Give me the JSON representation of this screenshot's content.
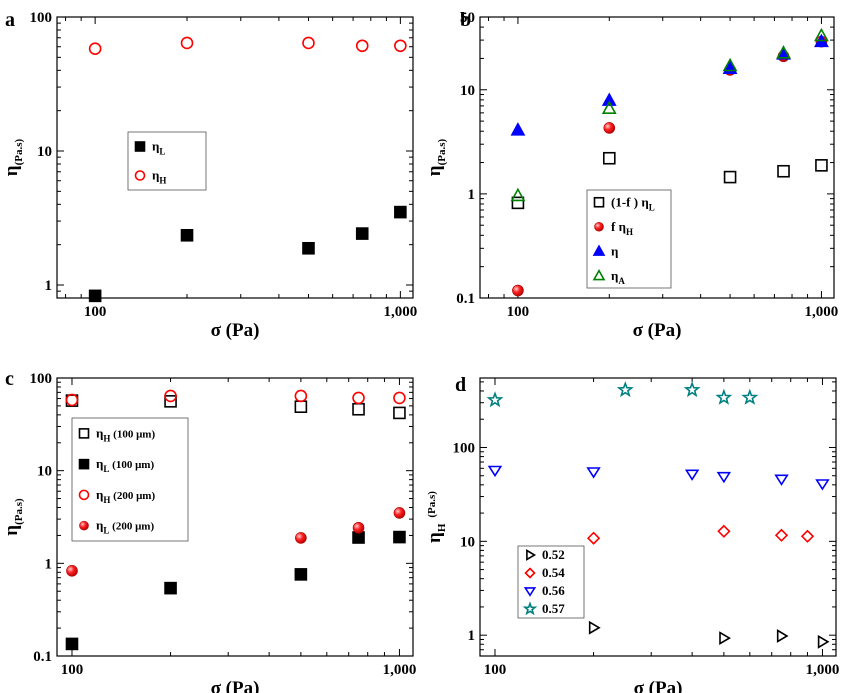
{
  "chart_data": [
    {
      "panel": "a",
      "type": "scatter",
      "xscale": "log",
      "yscale": "log",
      "xlim": [
        75,
        1100
      ],
      "ylim": [
        0.8,
        100
      ],
      "xticks": [
        {
          "v": 100,
          "label": "100"
        },
        {
          "v": 1000,
          "label": "1,000"
        }
      ],
      "yticks": [
        {
          "v": 1,
          "label": "1"
        },
        {
          "v": 10,
          "label": "10"
        },
        {
          "v": 100,
          "label": "100"
        }
      ],
      "xlabel": {
        "main": "σ (Pa)"
      },
      "ylabel": {
        "main": "η",
        "sub": "(Pa.s)"
      },
      "legend": {
        "position": "center-left"
      },
      "series": [
        {
          "name": "η",
          "name_sub": "L",
          "marker": "square",
          "fill": "#000000",
          "stroke": "#000000",
          "x": [
            100,
            200,
            500,
            750,
            1000
          ],
          "y": [
            0.83,
            2.35,
            1.88,
            2.42,
            3.5
          ]
        },
        {
          "name": "η",
          "name_sub": "H",
          "marker": "circle",
          "fill": "none",
          "stroke": "#ff0000",
          "x": [
            100,
            200,
            500,
            750,
            1000
          ],
          "y": [
            58,
            64,
            64,
            61,
            61
          ]
        }
      ]
    },
    {
      "panel": "b",
      "type": "scatter",
      "xscale": "log",
      "yscale": "log",
      "xlim": [
        75,
        1100
      ],
      "ylim": [
        0.1,
        50
      ],
      "xticks": [
        {
          "v": 100,
          "label": "100"
        },
        {
          "v": 1000,
          "label": "1,000"
        }
      ],
      "yticks": [
        {
          "v": 0.1,
          "label": "0.1"
        },
        {
          "v": 1,
          "label": "1"
        },
        {
          "v": 10,
          "label": "10"
        },
        {
          "v": 50,
          "label": "50"
        }
      ],
      "xlabel": {
        "main": "σ (Pa)"
      },
      "ylabel": {
        "main": "η",
        "sub": "(Pa.s)"
      },
      "legend": {
        "position": "bottom-center"
      },
      "series": [
        {
          "name": "(1-f ) η",
          "name_sub": "L",
          "marker": "square",
          "fill": "none",
          "stroke": "#000000",
          "x": [
            100,
            200,
            500,
            750,
            1000
          ],
          "y": [
            0.82,
            2.2,
            1.45,
            1.65,
            1.88
          ]
        },
        {
          "name": "f η",
          "name_sub": "H",
          "marker": "ball",
          "fill": "#ff0000",
          "stroke": "#cc0000",
          "x": [
            100,
            200,
            500,
            750,
            1000
          ],
          "y": [
            0.118,
            4.3,
            15.5,
            21,
            29
          ]
        },
        {
          "name": "η",
          "name_sub": "",
          "marker": "triangle-up",
          "fill": "#0000ff",
          "stroke": "#0000ff",
          "x": [
            100,
            200,
            500,
            750,
            1000
          ],
          "y": [
            4.1,
            7.9,
            16,
            22,
            29
          ]
        },
        {
          "name": "η",
          "name_sub": "A",
          "marker": "triangle-up",
          "fill": "none",
          "stroke": "#008000",
          "x": [
            100,
            200,
            500,
            750,
            1000
          ],
          "y": [
            0.96,
            6.6,
            17,
            22.5,
            33
          ]
        }
      ]
    },
    {
      "panel": "c",
      "type": "scatter",
      "xscale": "log",
      "yscale": "log",
      "xlim": [
        90,
        1100
      ],
      "ylim": [
        0.1,
        100
      ],
      "xticks": [
        {
          "v": 100,
          "label": "100"
        },
        {
          "v": 1000,
          "label": "1,000"
        }
      ],
      "yticks": [
        {
          "v": 0.1,
          "label": "0.1"
        },
        {
          "v": 1,
          "label": "1"
        },
        {
          "v": 10,
          "label": "10"
        },
        {
          "v": 100,
          "label": "100"
        }
      ],
      "xlabel": {
        "main": "σ (Pa)"
      },
      "ylabel": {
        "main": "η",
        "sub": "(Pa.s)"
      },
      "legend": {
        "position": "center-left"
      },
      "series": [
        {
          "name": "η",
          "name_sub": "H",
          "name_suffix": " (100  μm)",
          "marker": "square",
          "fill": "none",
          "stroke": "#000000",
          "x": [
            100,
            200,
            500,
            750,
            1000
          ],
          "y": [
            57,
            56,
            49,
            46,
            42
          ]
        },
        {
          "name": "η",
          "name_sub": "L",
          "name_suffix": " (100  μm)",
          "marker": "square",
          "fill": "#000000",
          "stroke": "#000000",
          "x": [
            100,
            200,
            500,
            750,
            1000
          ],
          "y": [
            0.135,
            0.54,
            0.76,
            1.9,
            1.92
          ]
        },
        {
          "name": "η",
          "name_sub": "H",
          "name_suffix": " (200  μm)",
          "marker": "circle",
          "fill": "none",
          "stroke": "#ff0000",
          "x": [
            100,
            200,
            500,
            750,
            1000
          ],
          "y": [
            58,
            64,
            64,
            61,
            61
          ]
        },
        {
          "name": "η",
          "name_sub": "L",
          "name_suffix": "  (200  μm)",
          "marker": "ball",
          "fill": "#ff0000",
          "stroke": "#cc0000",
          "x": [
            100,
            200,
            500,
            750,
            1000
          ],
          "y": [
            0.83,
            0,
            1.88,
            2.42,
            3.5
          ]
        }
      ]
    },
    {
      "panel": "d",
      "type": "scatter",
      "xscale": "log",
      "yscale": "log",
      "xlim": [
        90,
        1100
      ],
      "ylim": [
        0.6,
        550
      ],
      "xticks": [
        {
          "v": 100,
          "label": "100"
        },
        {
          "v": 1000,
          "label": "1,000"
        }
      ],
      "yticks": [
        {
          "v": 1,
          "label": "1"
        },
        {
          "v": 10,
          "label": "10"
        },
        {
          "v": 100,
          "label": "100"
        }
      ],
      "xlabel": {
        "main": "σ (Pa)"
      },
      "ylabel": {
        "main": "η",
        "sub": "H",
        "extra": "(Pa.s)"
      },
      "legend": {
        "position": "bottom-left"
      },
      "series": [
        {
          "name": "0.52",
          "marker": "triangle-right",
          "fill": "none",
          "stroke": "#000000",
          "x": [
            200,
            500,
            750,
            1000
          ],
          "y": [
            1.2,
            0.93,
            0.98,
            0.85
          ]
        },
        {
          "name": "0.54",
          "marker": "diamond",
          "fill": "none",
          "stroke": "#ff0000",
          "x": [
            200,
            500,
            750,
            900
          ],
          "y": [
            10.8,
            12.8,
            11.6,
            11.3
          ]
        },
        {
          "name": "0.56",
          "marker": "triangle-down",
          "fill": "none",
          "stroke": "#0000ff",
          "x": [
            100,
            200,
            400,
            500,
            750,
            1000
          ],
          "y": [
            57,
            55,
            52,
            49,
            46,
            41
          ]
        },
        {
          "name": "0.57",
          "marker": "star",
          "fill": "none",
          "stroke": "#008080",
          "x": [
            100,
            250,
            400,
            500,
            600
          ],
          "y": [
            320,
            410,
            410,
            340,
            340
          ]
        }
      ]
    }
  ]
}
